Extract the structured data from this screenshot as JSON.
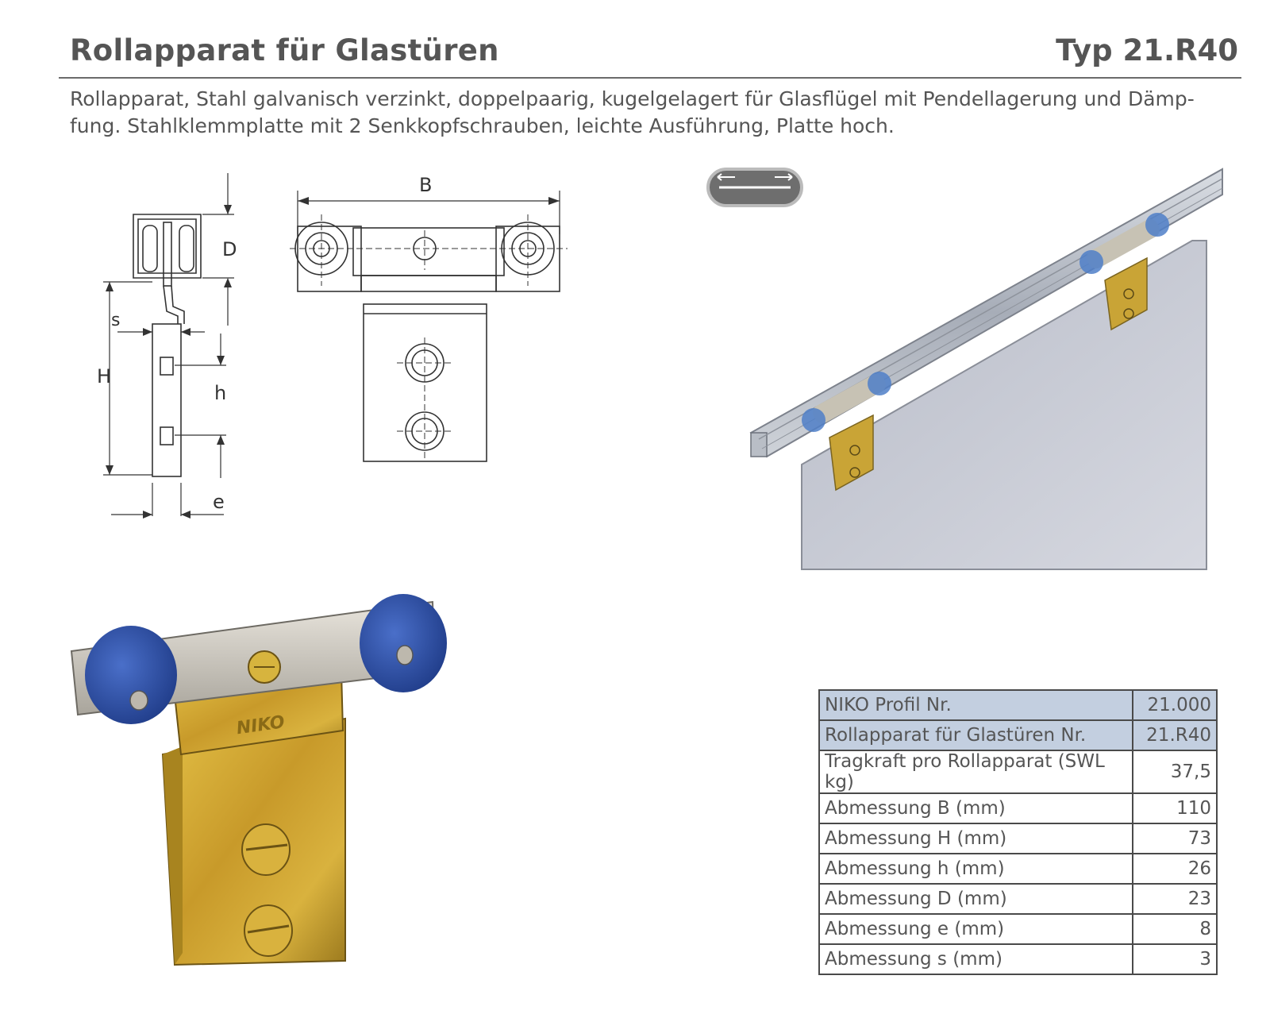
{
  "header": {
    "title": "Rollapparat für Glastüren",
    "type": "Typ 21.R40"
  },
  "description": {
    "line1": "Rollapparat, Stahl galvanisch verzinkt, doppelpaarig, kugelgelagert für Glasflügel mit Pendellagerung und Dämp-",
    "line2": "fung. Stahlklemmplatte mit 2 Senkkopfschrauben, leichte Ausführung, Platte hoch."
  },
  "drawing": {
    "label_B": "B",
    "label_D": "D",
    "label_s": "s",
    "label_H": "H",
    "label_h": "h",
    "label_e": "e"
  },
  "photo": {
    "brand_mark": "NIKO"
  },
  "specs": [
    {
      "label": "NIKO Profil Nr.",
      "value": "21.000"
    },
    {
      "label": "Rollapparat für Glastüren Nr.",
      "value": "21.R40"
    },
    {
      "label": "Tragkraft pro Rollapparat (SWL kg)",
      "value": "37,5"
    },
    {
      "label": "Abmessung B (mm)",
      "value": "110"
    },
    {
      "label": "Abmessung H (mm)",
      "value": "73"
    },
    {
      "label": "Abmessung h (mm)",
      "value": "26"
    },
    {
      "label": "Abmessung D (mm)",
      "value": "23"
    },
    {
      "label": "Abmessung e (mm)",
      "value": "8"
    },
    {
      "label": "Abmessung s (mm)",
      "value": "3"
    }
  ],
  "colors": {
    "highlight_row": "#c3cfe0",
    "roller_blue": "#2e52a8",
    "brass": "#c9a436"
  }
}
